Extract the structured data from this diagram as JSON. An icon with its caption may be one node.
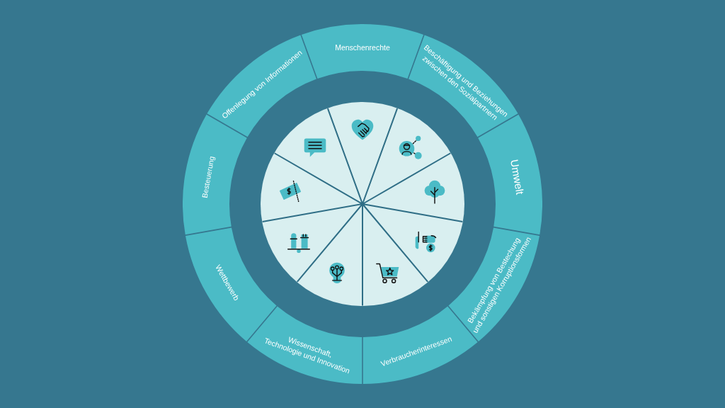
{
  "diagram": {
    "nodes": [
      {
        "text": [
          "Menschenrechte"
        ]
      },
      {
        "text": [
          "Beschäftigung und Beziehungen zwischen den Sozialpartnern"
        ]
      },
      {
        "text": [
          "Umwelt"
        ]
      },
      {
        "text": [
          "Bekämpfung von Bestechung und sonstigen Korruptionsformen"
        ]
      },
      {
        "text": [
          "Verbraucherinteressen"
        ]
      },
      {
        "text": [
          "Wissenschaft, Technologie und Innovation"
        ]
      },
      {
        "text": [
          "Wettbewerb"
        ]
      },
      {
        "text": [
          "Besteuerung"
        ]
      },
      {
        "text": [
          "Offenlegung von Informationen"
        ]
      }
    ]
  }
}
